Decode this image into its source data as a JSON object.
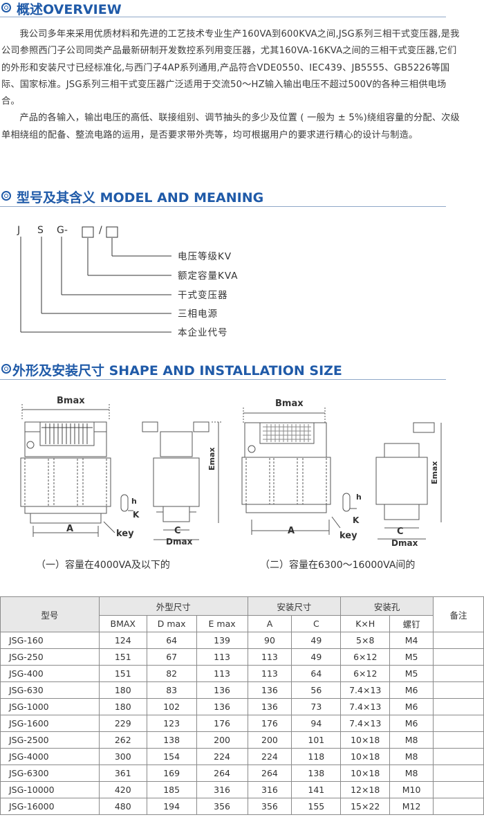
{
  "sections": {
    "overview": "概述OVERVIEW",
    "model": "型号及其含义 MODEL AND MEANING",
    "shape": "外形及安装尺寸 SHAPE AND INSTALLATION SIZE"
  },
  "overview_paragraphs": [
    "我公司多年来采用优质材料和先进的工艺技术专业生产160VA到600KVA之间,JSG系列三相干式变压器,是我公司参照西门子公司同类产品最新研制开发数控系列用变压器，尤其160VA-16KVA之间的三相干式变压器,它们的外形和安装尺寸已经标准化,与西门子4AP系列通用,产品符合VDE0550、IEC439、JB5555、GB5226等国际、国家标准。JSG系列三相干式变压器广泛适用于交流50～HZ输入输出电压不超过500V的各种三相供电场合。",
    "产品的各输入，输出电压的高低、联接组别、调节抽头的多少及位置 ( 一般为 ± 5%)绕组容量的分配、次级单相绕组的配备、整流电路的运用，是否要求带外壳等，均可根据用户的要求进行精心的设计与制造。"
  ],
  "model_code": {
    "j": "J",
    "s": "S",
    "g": "G-",
    "slash": "/"
  },
  "model_meanings": [
    "电压等级KV",
    "额定容量KVA",
    "干式变压器",
    "三相电源",
    "本企业代号"
  ],
  "drawing_labels": {
    "bmax": "Bmax",
    "emax": "Emax",
    "a": "A",
    "c": "C",
    "dmax": "Dmax",
    "key": "key",
    "k": "K",
    "h": "h"
  },
  "captions": [
    "（一）容量在4000VA及以下的",
    "（二）容量在6300～16000VA间的"
  ],
  "table": {
    "header_model": "型号",
    "group_outer": "外型尺寸",
    "group_install": "安装尺寸",
    "group_hole": "安装孔",
    "header_note": "备注",
    "sub_headers": [
      "BMAX",
      "D max",
      "E max",
      "A",
      "C",
      "K×H",
      "螺钉"
    ],
    "rows": [
      [
        "JSG-160",
        "124",
        "64",
        "139",
        "90",
        "49",
        "5×8",
        "M4"
      ],
      [
        "JSG-250",
        "151",
        "67",
        "113",
        "113",
        "49",
        "6×12",
        "M5"
      ],
      [
        "JSG-400",
        "151",
        "82",
        "113",
        "113",
        "64",
        "6×12",
        "M5"
      ],
      [
        "JSG-630",
        "180",
        "83",
        "136",
        "136",
        "56",
        "7.4×13",
        "M6"
      ],
      [
        "JSG-1000",
        "180",
        "102",
        "136",
        "136",
        "73",
        "7.4×13",
        "M6"
      ],
      [
        "JSG-1600",
        "229",
        "123",
        "176",
        "176",
        "94",
        "7.4×13",
        "M6"
      ],
      [
        "JSG-2500",
        "262",
        "138",
        "200",
        "200",
        "101",
        "10×18",
        "M8"
      ],
      [
        "JSG-4000",
        "300",
        "154",
        "224",
        "224",
        "118",
        "10×18",
        "M8"
      ],
      [
        "JSG-6300",
        "361",
        "169",
        "264",
        "264",
        "138",
        "10×18",
        "M8"
      ],
      [
        "JSG-10000",
        "420",
        "185",
        "316",
        "316",
        "141",
        "12×18",
        "M10"
      ],
      [
        "JSG-16000",
        "480",
        "194",
        "356",
        "356",
        "155",
        "15×22",
        "M12"
      ]
    ]
  }
}
